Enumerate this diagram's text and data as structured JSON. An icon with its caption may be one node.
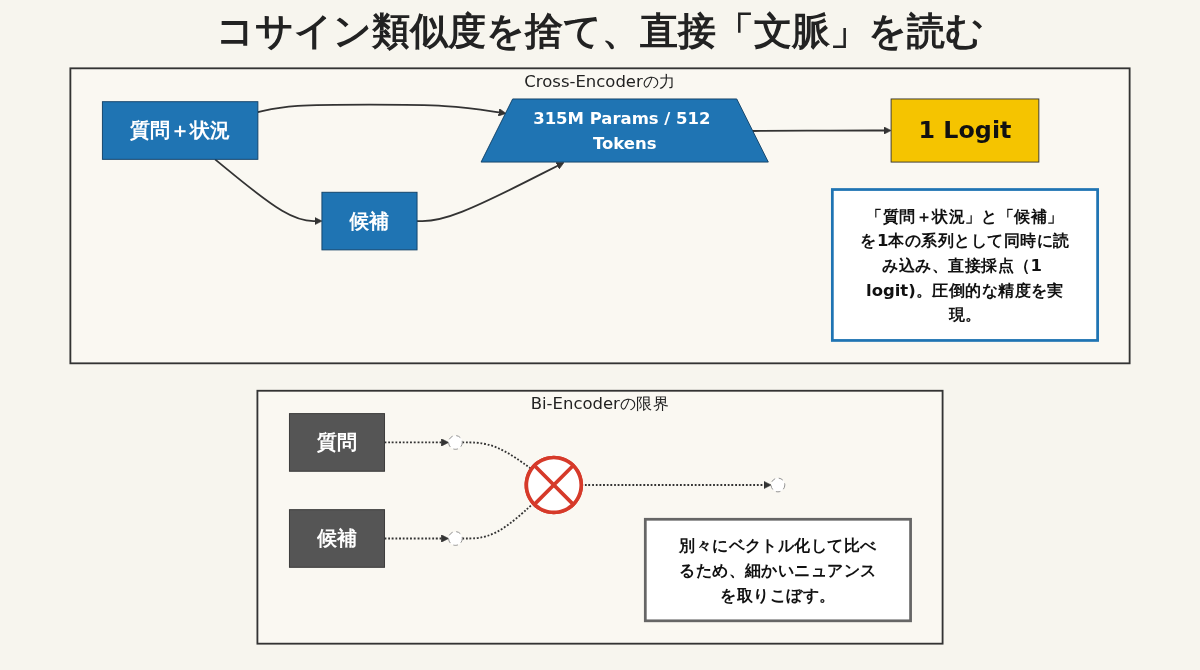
{
  "diagram": {
    "title": "コサイン類似度を捨て、直接「文脈」を読む",
    "nodes": [
      {
        "text": [
          "Bi-Encoderの限界"
        ]
      },
      {
        "text": [
          "質問"
        ],
        "in": 0
      },
      {
        "text": [
          "候補"
        ],
        "in": 0
      },
      {
        "text": [],
        "shape": "circle",
        "in": 0
      },
      {
        "text": [],
        "shape": "circle",
        "in": 0
      },
      {
        "text": [],
        "shape": "cross",
        "in": 0
      },
      {
        "text": [],
        "shape": "circle",
        "in": 0
      },
      {
        "text": [
          "別々にベクトル化して比べるため、細かいニュアンスを取りこぼす。"
        ],
        "in": 0
      },
      {
        "text": [
          "Cross-Encoderの力"
        ]
      },
      {
        "text": [
          "質問＋状況"
        ],
        "in": 8
      },
      {
        "text": [
          "候補"
        ],
        "in": 8
      },
      {
        "text": [
          "315M Params / 512 Tokens"
        ],
        "in": 8
      },
      {
        "text": [
          "1 Logit"
        ],
        "in": 8
      },
      {
        "text": [
          "「質問＋状況」と「候補」を1本の系列として同時に読み込み、直接採点（1 logit)。圧倒的な精度を実現。"
        ],
        "in": 8
      }
    ],
    "edges": [
      {
        "from": 1,
        "to": 3,
        "arrow": "to",
        "style": "dashed"
      },
      {
        "from": 2,
        "to": 4,
        "arrow": "to",
        "style": "dashed"
      },
      {
        "from": 3,
        "to": 5,
        "arrow": "none",
        "style": "dashed"
      },
      {
        "from": 4,
        "to": 5,
        "arrow": "none",
        "style": "dashed"
      },
      {
        "from": 5,
        "to": 6,
        "arrow": "to",
        "style": "dashed"
      },
      {
        "from": 9,
        "to": 10,
        "arrow": "to"
      },
      {
        "from": 9,
        "to": 11,
        "arrow": "to"
      },
      {
        "from": 10,
        "to": 11,
        "arrow": "to"
      },
      {
        "from": 11,
        "to": 12,
        "arrow": "to"
      }
    ]
  }
}
